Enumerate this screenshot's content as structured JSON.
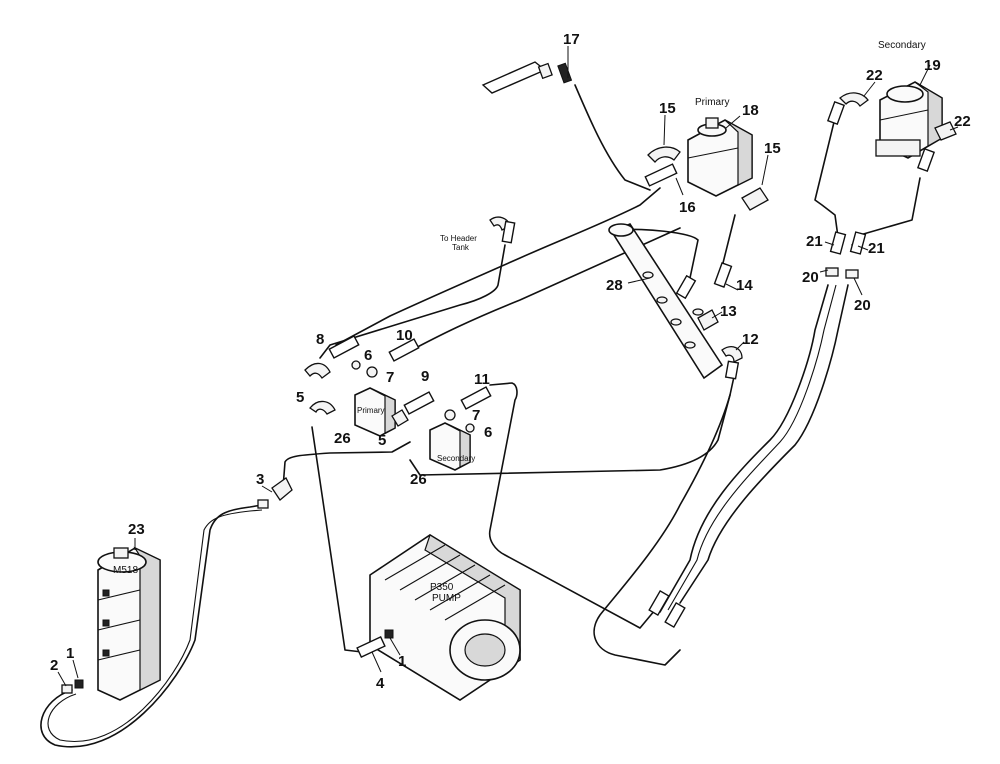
{
  "labels": {
    "primary_pump_18": "Primary",
    "secondary_pump_19": "Secondary",
    "to_header_tank_line1": "To Header",
    "to_header_tank_line2": "Tank",
    "primary_valve": "Primary",
    "secondary_valve": "Secondary",
    "m518": "M518",
    "p350_line1": "P350",
    "p350_line2": "PUMP"
  },
  "callouts": [
    "1",
    "1",
    "2",
    "3",
    "4",
    "5",
    "5",
    "6",
    "6",
    "7",
    "7",
    "8",
    "9",
    "10",
    "11",
    "12",
    "13",
    "14",
    "15",
    "15",
    "16",
    "17",
    "18",
    "19",
    "20",
    "20",
    "21",
    "21",
    "22",
    "22",
    "23",
    "26",
    "26",
    "28"
  ]
}
